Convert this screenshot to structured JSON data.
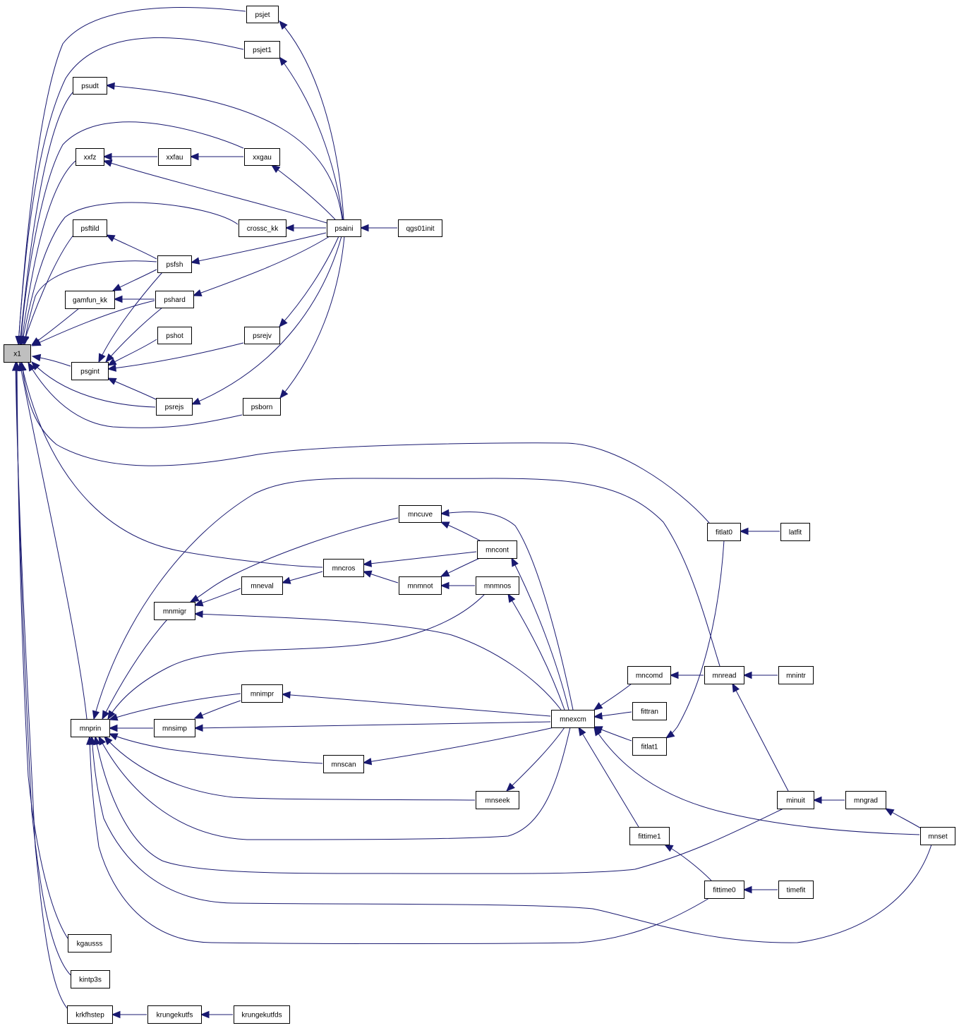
{
  "diagram": {
    "nodes": [
      {
        "id": "x1",
        "label": "x1",
        "root": true
      },
      {
        "id": "psjet",
        "label": "psjet"
      },
      {
        "id": "psjet1",
        "label": "psjet1"
      },
      {
        "id": "psudt",
        "label": "psudt"
      },
      {
        "id": "xxfz",
        "label": "xxfz"
      },
      {
        "id": "xxfau",
        "label": "xxfau",
        "truncated": true
      },
      {
        "id": "xxgau",
        "label": "xxgau"
      },
      {
        "id": "psftild",
        "label": "psftild"
      },
      {
        "id": "crossc_kk",
        "label": "crossc_kk"
      },
      {
        "id": "psaini",
        "label": "psaini"
      },
      {
        "id": "qgs01init",
        "label": "qgs01init",
        "truncated": true
      },
      {
        "id": "psfsh",
        "label": "psfsh"
      },
      {
        "id": "gamfun_kk",
        "label": "gamfun_kk"
      },
      {
        "id": "pshard",
        "label": "pshard"
      },
      {
        "id": "pshot",
        "label": "pshot",
        "truncated": true
      },
      {
        "id": "psrejv",
        "label": "psrejv"
      },
      {
        "id": "psgint",
        "label": "psgint"
      },
      {
        "id": "psrejs",
        "label": "psrejs"
      },
      {
        "id": "psborn",
        "label": "psborn"
      },
      {
        "id": "mncuve",
        "label": "mncuve"
      },
      {
        "id": "mncont",
        "label": "mncont"
      },
      {
        "id": "mncros",
        "label": "mncros"
      },
      {
        "id": "mneval",
        "label": "mneval"
      },
      {
        "id": "mnmnot",
        "label": "mnmnot"
      },
      {
        "id": "mnmnos",
        "label": "mnmnos"
      },
      {
        "id": "mnmigr",
        "label": "mnmigr"
      },
      {
        "id": "fitlat0",
        "label": "fitlat0"
      },
      {
        "id": "latfit",
        "label": "latfit"
      },
      {
        "id": "mncomd",
        "label": "mncomd"
      },
      {
        "id": "mnread",
        "label": "mnread"
      },
      {
        "id": "mnintr",
        "label": "mnintr"
      },
      {
        "id": "mnimpr",
        "label": "mnimpr"
      },
      {
        "id": "fittran",
        "label": "fittran",
        "truncated": true
      },
      {
        "id": "mnprin",
        "label": "mnprin"
      },
      {
        "id": "mnsimp",
        "label": "mnsimp"
      },
      {
        "id": "mnexcm",
        "label": "mnexcm"
      },
      {
        "id": "fitlat1",
        "label": "fitlat1"
      },
      {
        "id": "mnscan",
        "label": "mnscan"
      },
      {
        "id": "mnseek",
        "label": "mnseek"
      },
      {
        "id": "minuit",
        "label": "minuit"
      },
      {
        "id": "mngrad",
        "label": "mngrad"
      },
      {
        "id": "fittime1",
        "label": "fittime1"
      },
      {
        "id": "mnset",
        "label": "mnset"
      },
      {
        "id": "fittime0",
        "label": "fittime0"
      },
      {
        "id": "timefit",
        "label": "timefit"
      },
      {
        "id": "kgausss",
        "label": "kgausss"
      },
      {
        "id": "kintp3s",
        "label": "kintp3s"
      },
      {
        "id": "krkfhstep",
        "label": "krkfhstep"
      },
      {
        "id": "krungekutfs",
        "label": "krungekutfs"
      },
      {
        "id": "krungekutfds",
        "label": "krungekutfds",
        "truncated": true
      }
    ],
    "edges": [
      {
        "from": "psjet",
        "to": "x1"
      },
      {
        "from": "psjet1",
        "to": "x1"
      },
      {
        "from": "psudt",
        "to": "x1"
      },
      {
        "from": "xxgau",
        "to": "x1"
      },
      {
        "from": "xxfz",
        "to": "x1"
      },
      {
        "from": "crossc_kk",
        "to": "x1"
      },
      {
        "from": "psftild",
        "to": "x1"
      },
      {
        "from": "psfsh",
        "to": "x1"
      },
      {
        "from": "gamfun_kk",
        "to": "x1"
      },
      {
        "from": "pshard",
        "to": "x1"
      },
      {
        "from": "psgint",
        "to": "x1"
      },
      {
        "from": "psrejs",
        "to": "x1"
      },
      {
        "from": "psborn",
        "to": "x1"
      },
      {
        "from": "fitlat0",
        "to": "x1"
      },
      {
        "from": "mncros",
        "to": "x1"
      },
      {
        "from": "mnprin",
        "to": "x1"
      },
      {
        "from": "kgausss",
        "to": "x1"
      },
      {
        "from": "kintp3s",
        "to": "x1"
      },
      {
        "from": "krkfhstep",
        "to": "x1"
      },
      {
        "from": "psaini",
        "to": "psjet"
      },
      {
        "from": "psaini",
        "to": "psjet1"
      },
      {
        "from": "psaini",
        "to": "psudt"
      },
      {
        "from": "xxfau",
        "to": "xxfz"
      },
      {
        "from": "psaini",
        "to": "xxfz"
      },
      {
        "from": "xxgau",
        "to": "xxfau"
      },
      {
        "from": "psaini",
        "to": "xxgau"
      },
      {
        "from": "psaini",
        "to": "crossc_kk"
      },
      {
        "from": "qgs01init",
        "to": "psaini"
      },
      {
        "from": "psfsh",
        "to": "psftild"
      },
      {
        "from": "psaini",
        "to": "psfsh"
      },
      {
        "from": "pshard",
        "to": "gamfun_kk"
      },
      {
        "from": "psfsh",
        "to": "gamfun_kk"
      },
      {
        "from": "psaini",
        "to": "pshard"
      },
      {
        "from": "psfsh",
        "to": "psgint"
      },
      {
        "from": "pshard",
        "to": "psgint"
      },
      {
        "from": "pshot",
        "to": "psgint"
      },
      {
        "from": "psrejv",
        "to": "psgint"
      },
      {
        "from": "psrejs",
        "to": "psgint"
      },
      {
        "from": "psaini",
        "to": "psrejv"
      },
      {
        "from": "psaini",
        "to": "psrejs"
      },
      {
        "from": "psaini",
        "to": "psborn"
      },
      {
        "from": "latfit",
        "to": "fitlat0"
      },
      {
        "from": "mncont",
        "to": "mncuve"
      },
      {
        "from": "mnexcm",
        "to": "mncuve"
      },
      {
        "from": "mncuve",
        "to": "mnmigr"
      },
      {
        "from": "mncont",
        "to": "mncros"
      },
      {
        "from": "mnmnot",
        "to": "mncros"
      },
      {
        "from": "mncros",
        "to": "mneval"
      },
      {
        "from": "mneval",
        "to": "mnmigr"
      },
      {
        "from": "mncont",
        "to": "mnmnot"
      },
      {
        "from": "mnmnos",
        "to": "mnmnot"
      },
      {
        "from": "mnexcm",
        "to": "mncont"
      },
      {
        "from": "mnexcm",
        "to": "mnmnos"
      },
      {
        "from": "mnexcm",
        "to": "mnmigr"
      },
      {
        "from": "mnmigr",
        "to": "mnprin"
      },
      {
        "from": "mnread",
        "to": "mnprin"
      },
      {
        "from": "mnmnos",
        "to": "mnprin"
      },
      {
        "from": "mnimpr",
        "to": "mnprin"
      },
      {
        "from": "mnsimp",
        "to": "mnprin"
      },
      {
        "from": "mnscan",
        "to": "mnprin"
      },
      {
        "from": "mnseek",
        "to": "mnprin"
      },
      {
        "from": "mnexcm",
        "to": "mnprin"
      },
      {
        "from": "minuit",
        "to": "mnprin"
      },
      {
        "from": "mnset",
        "to": "mnprin"
      },
      {
        "from": "fittime0",
        "to": "mnprin"
      },
      {
        "from": "mnexcm",
        "to": "mnimpr"
      },
      {
        "from": "mnimpr",
        "to": "mnsimp"
      },
      {
        "from": "mnexcm",
        "to": "mnsimp"
      },
      {
        "from": "mnexcm",
        "to": "mnscan"
      },
      {
        "from": "mnexcm",
        "to": "mnseek"
      },
      {
        "from": "mncomd",
        "to": "mnexcm"
      },
      {
        "from": "fittran",
        "to": "mnexcm"
      },
      {
        "from": "fitlat1",
        "to": "mnexcm"
      },
      {
        "from": "fittime1",
        "to": "mnexcm"
      },
      {
        "from": "mnset",
        "to": "mnexcm"
      },
      {
        "from": "mnread",
        "to": "mncomd"
      },
      {
        "from": "mnintr",
        "to": "mnread"
      },
      {
        "from": "minuit",
        "to": "mnread"
      },
      {
        "from": "fitlat0",
        "to": "fitlat1"
      },
      {
        "from": "mngrad",
        "to": "minuit"
      },
      {
        "from": "mnset",
        "to": "mngrad"
      },
      {
        "from": "fittime0",
        "to": "fittime1"
      },
      {
        "from": "timefit",
        "to": "fittime0"
      },
      {
        "from": "krungekutfs",
        "to": "krkfhstep"
      },
      {
        "from": "krungekutfds",
        "to": "krungekutfs"
      }
    ]
  },
  "colors": {
    "edge": "#191970",
    "node_border": "#000000",
    "truncated_border": "#ff0000",
    "root_fill": "#bfbfbf",
    "node_fill": "#ffffff"
  }
}
